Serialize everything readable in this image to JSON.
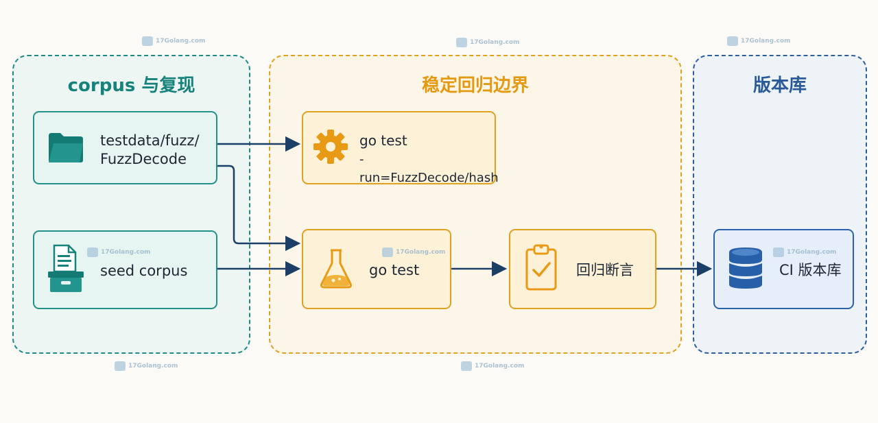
{
  "groups": {
    "corpus": {
      "title": "corpus 与复现"
    },
    "regression": {
      "title": "稳定回归边界"
    },
    "repo": {
      "title": "版本库"
    }
  },
  "nodes": {
    "testdata": {
      "line1": "testdata/fuzz/",
      "line2": "FuzzDecode",
      "icon": "folder-icon"
    },
    "seed": {
      "label": "seed corpus",
      "icon": "archive-box-icon"
    },
    "gotest_run": {
      "line1": "go test",
      "line2": "-run=FuzzDecode/hash",
      "icon": "gear-icon"
    },
    "gotest": {
      "label": "go test",
      "icon": "flask-icon"
    },
    "assert": {
      "label": "回归断言",
      "icon": "clipboard-check-icon"
    },
    "ci": {
      "label": "CI 版本库",
      "icon": "database-icon"
    }
  },
  "watermark": "17Golang.com",
  "colors": {
    "teal": "#1f8a85",
    "orange": "#e0a020",
    "blue": "#2c5e9e",
    "arrow": "#1b3f66"
  }
}
